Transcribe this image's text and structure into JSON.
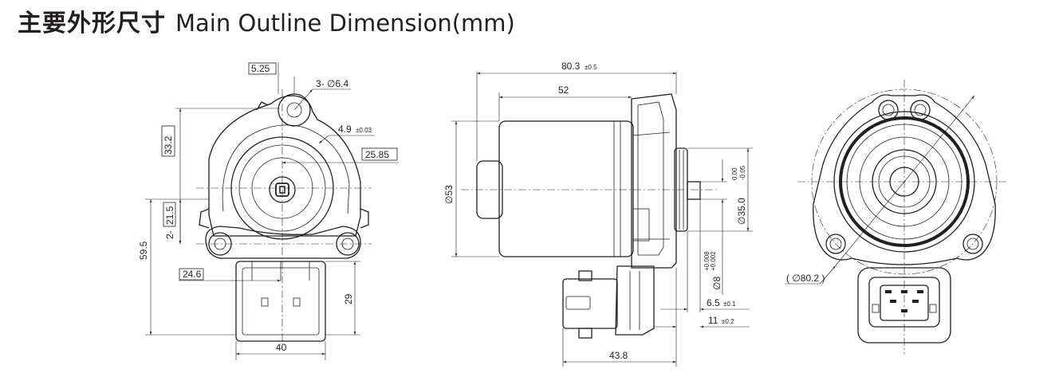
{
  "title": {
    "zh": "主要外形尺寸",
    "en": "Main Outline Dimension(mm)"
  },
  "front_view": {
    "dims": {
      "d525": "5.25",
      "holes": "3- ∅6.4",
      "d332": "33.2",
      "d49": "4.9",
      "d49_tol": "±0.03",
      "d2585": "25.85",
      "d215": "21.5",
      "d215_prefix": "2-",
      "d595": "59.5",
      "d246": "24.6",
      "d29": "29",
      "d40": "40"
    }
  },
  "side_view": {
    "dims": {
      "d803": "80.3",
      "d803_tol": "±0.5",
      "d52": "52",
      "d53": "∅53",
      "d350": "∅35.0",
      "d350_tol_upper": "0.00",
      "d350_tol_lower": "-0.05",
      "d8": "∅8",
      "d8_tol_upper": "+0.008",
      "d8_tol_lower": "+0.002",
      "d65": "6.5",
      "d65_tol": "±0.1",
      "d11": "11",
      "d11_tol": "±0.2",
      "d438": "43.8"
    }
  },
  "rear_view": {
    "dims": {
      "d802": "( ∅80.2 )"
    }
  }
}
